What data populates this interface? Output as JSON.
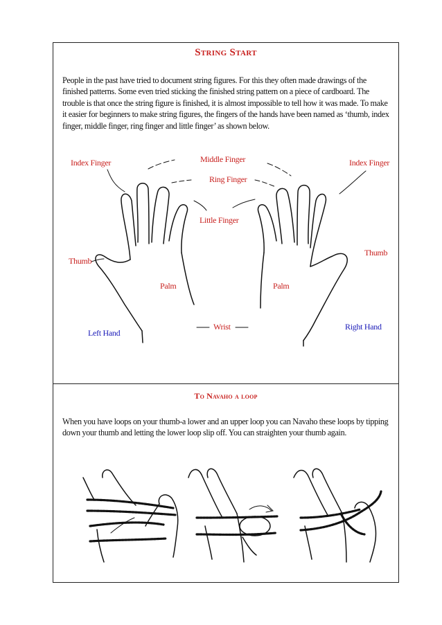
{
  "section1": {
    "title": "String Start",
    "paragraph": "People in the past have tried to document string figures. For this they often made drawings of the finished patterns. Some even tried sticking the finished string pattern on a piece of cardboard. The trouble is that once the string figure is finished, it is almost impossible to tell how it was made. To make it easier for beginners to make string figures,  the fingers of the hands have been named as ‘thumb, index finger, middle finger, ring finger and little finger’ as shown below."
  },
  "diagram": {
    "labels": {
      "index_left": "Index Finger",
      "middle": "Middle Finger",
      "index_right": "Index Finger",
      "ring": "Ring Finger",
      "little": "Little Finger",
      "thumb_left": "Thumb",
      "thumb_right": "Thumb",
      "palm_left": "Palm",
      "palm_right": "Palm",
      "wrist": "Wrist",
      "left_hand": "Left Hand",
      "right_hand": "Right Hand"
    },
    "colors": {
      "label": "#c8201e",
      "hand_label": "#1a1ab8"
    }
  },
  "section2": {
    "title": "To Navaho a loop",
    "paragraph": "When you have loops on your thumb-a lower and an upper loop you can Navaho these loops by tipping down your thumb and letting the lower loop slip off. You can straighten  your thumb again."
  },
  "colors": {
    "title": "#c8201e",
    "border": "#222222"
  }
}
